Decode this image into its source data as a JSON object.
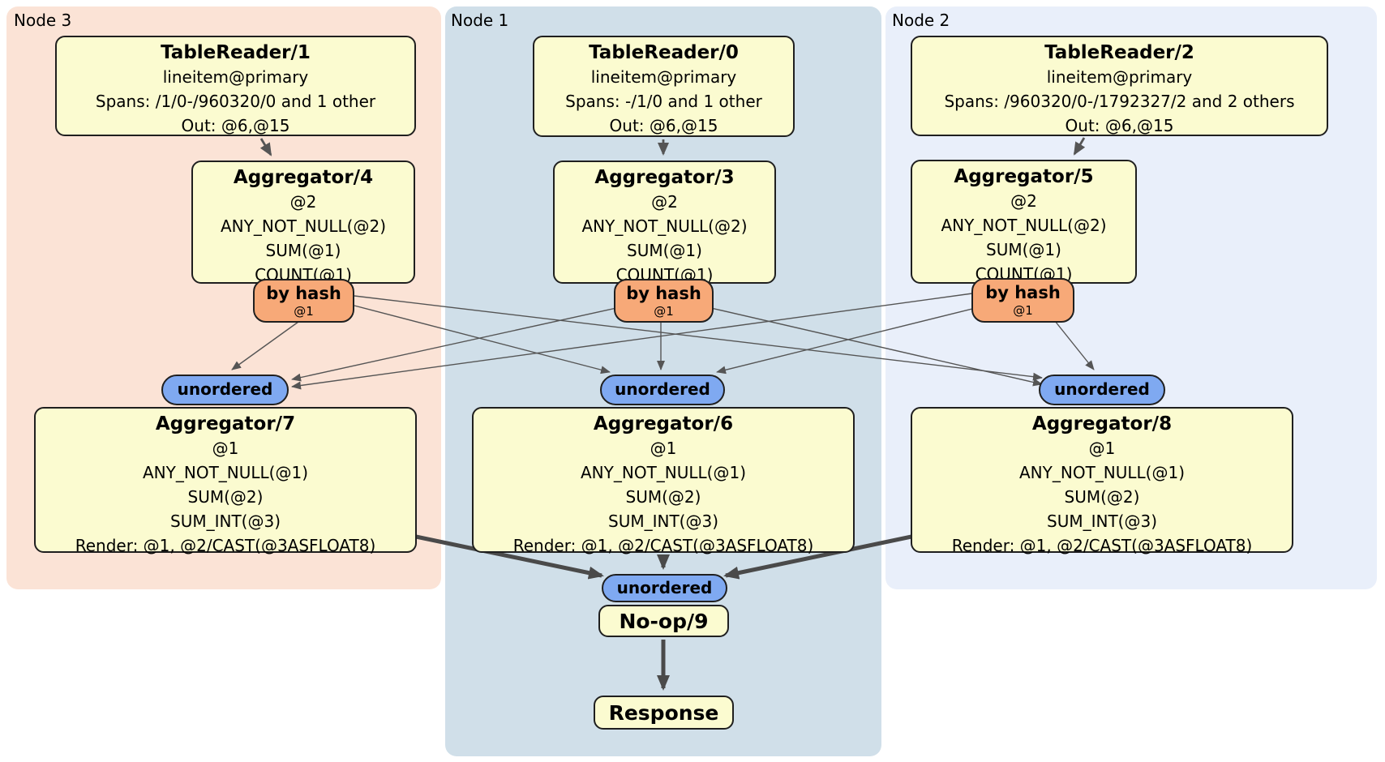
{
  "groups": {
    "node3": {
      "label": "Node 3"
    },
    "node1": {
      "label": "Node 1"
    },
    "node2": {
      "label": "Node 2"
    }
  },
  "processors": {
    "tr1": {
      "title": "TableReader/1",
      "lines": [
        "lineitem@primary",
        "Spans: /1/0-/960320/0 and 1 other",
        "Out: @6,@15"
      ]
    },
    "tr0": {
      "title": "TableReader/0",
      "lines": [
        "lineitem@primary",
        "Spans: -/1/0 and 1 other",
        "Out: @6,@15"
      ]
    },
    "tr2": {
      "title": "TableReader/2",
      "lines": [
        "lineitem@primary",
        "Spans: /960320/0-/1792327/2 and 2 others",
        "Out: @6,@15"
      ]
    },
    "agg4": {
      "title": "Aggregator/4",
      "lines": [
        "@2",
        "ANY_NOT_NULL(@2)",
        "SUM(@1)",
        "COUNT(@1)"
      ]
    },
    "agg3": {
      "title": "Aggregator/3",
      "lines": [
        "@2",
        "ANY_NOT_NULL(@2)",
        "SUM(@1)",
        "COUNT(@1)"
      ]
    },
    "agg5": {
      "title": "Aggregator/5",
      "lines": [
        "@2",
        "ANY_NOT_NULL(@2)",
        "SUM(@1)",
        "COUNT(@1)"
      ]
    },
    "agg7": {
      "title": "Aggregator/7",
      "lines": [
        "@1",
        "ANY_NOT_NULL(@1)",
        "SUM(@2)",
        "SUM_INT(@3)",
        "Render: @1, @2/CAST(@3ASFLOAT8)"
      ]
    },
    "agg6": {
      "title": "Aggregator/6",
      "lines": [
        "@1",
        "ANY_NOT_NULL(@1)",
        "SUM(@2)",
        "SUM_INT(@3)",
        "Render: @1, @2/CAST(@3ASFLOAT8)"
      ]
    },
    "agg8": {
      "title": "Aggregator/8",
      "lines": [
        "@1",
        "ANY_NOT_NULL(@1)",
        "SUM(@2)",
        "SUM_INT(@3)",
        "Render: @1, @2/CAST(@3ASFLOAT8)"
      ]
    },
    "noop": {
      "title": "No-op/9"
    },
    "response": {
      "title": "Response"
    }
  },
  "routers": {
    "hash4": {
      "label": "by hash",
      "detail": "@1"
    },
    "hash3": {
      "label": "by hash",
      "detail": "@1"
    },
    "hash5": {
      "label": "by hash",
      "detail": "@1"
    }
  },
  "syncs": {
    "u7": {
      "label": "unordered"
    },
    "u6": {
      "label": "unordered"
    },
    "u8": {
      "label": "unordered"
    },
    "u9": {
      "label": "unordered"
    }
  },
  "colors": {
    "node3_bg": "#fbe3d6",
    "node1_bg": "#d0dfe9",
    "node2_bg": "#e9effa",
    "box_bg": "#fbfbd0",
    "box_border": "#1f1f1f",
    "router_bg": "#f7a978",
    "sync_bg": "#7fa9f1",
    "edge_thin": "#555555",
    "edge_thick": "#4a4a4a"
  }
}
